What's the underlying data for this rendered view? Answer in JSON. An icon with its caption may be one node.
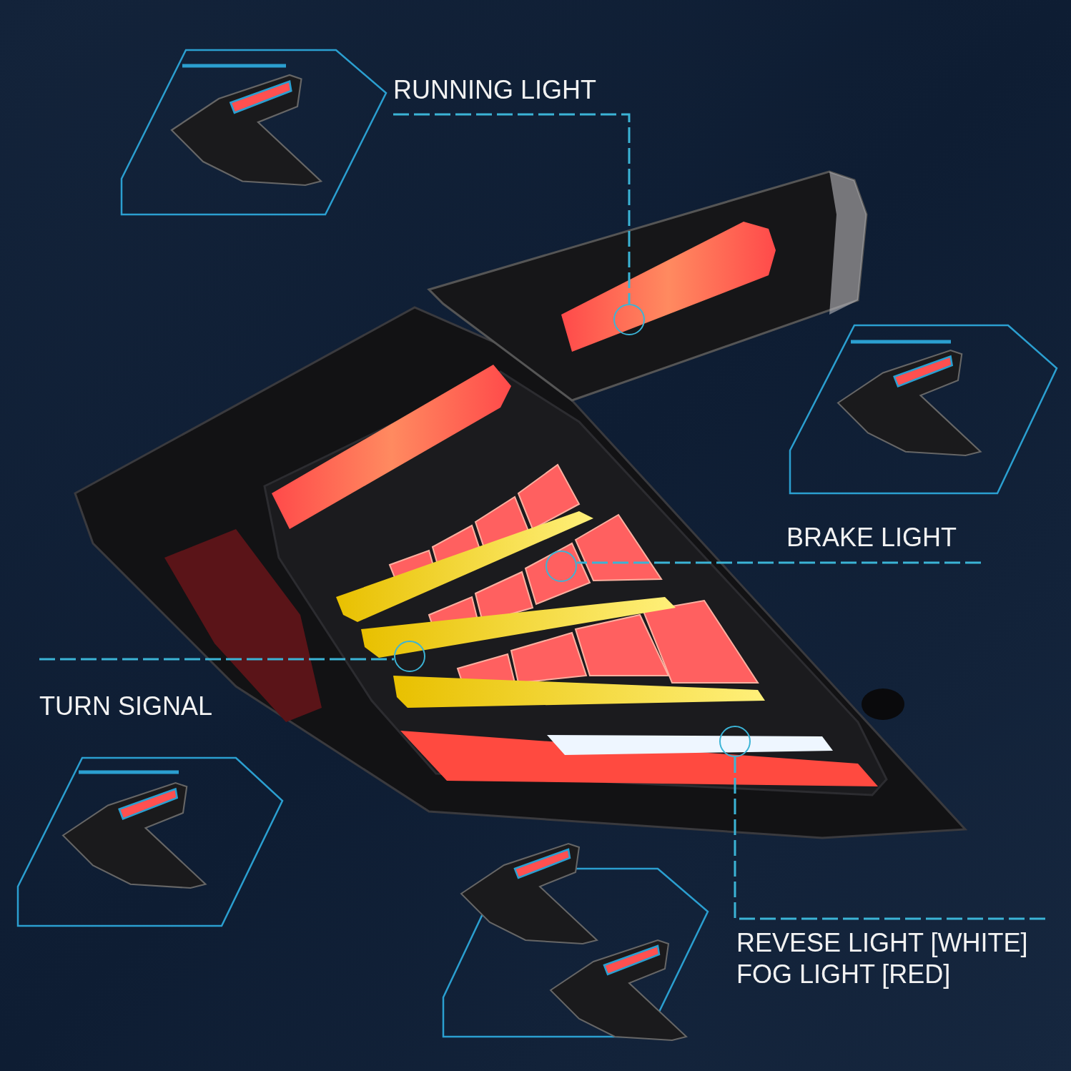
{
  "diagram": {
    "nodes": [
      {
        "text": [
          "RUNNING LIGHT"
        ]
      },
      {
        "text": [],
        "shape": "circle"
      },
      {
        "text": [
          "BRAKE LIGHT"
        ]
      },
      {
        "text": [],
        "shape": "circle"
      },
      {
        "text": [
          "TURN SIGNAL"
        ]
      },
      {
        "text": [],
        "shape": "circle"
      },
      {
        "text": [
          "REVESE LIGHT [WHITE]",
          "FOG LIGHT [RED]"
        ]
      },
      {
        "text": [],
        "shape": "circle"
      }
    ],
    "edges": [
      {
        "from": 0,
        "to": 1,
        "arrow": "none",
        "style": "dashed"
      },
      {
        "from": 2,
        "to": 3,
        "arrow": "none",
        "style": "dashed"
      },
      {
        "from": 4,
        "to": 5,
        "arrow": "none",
        "style": "dashed"
      },
      {
        "from": 6,
        "to": 7,
        "arrow": "none",
        "style": "dashed"
      }
    ]
  }
}
